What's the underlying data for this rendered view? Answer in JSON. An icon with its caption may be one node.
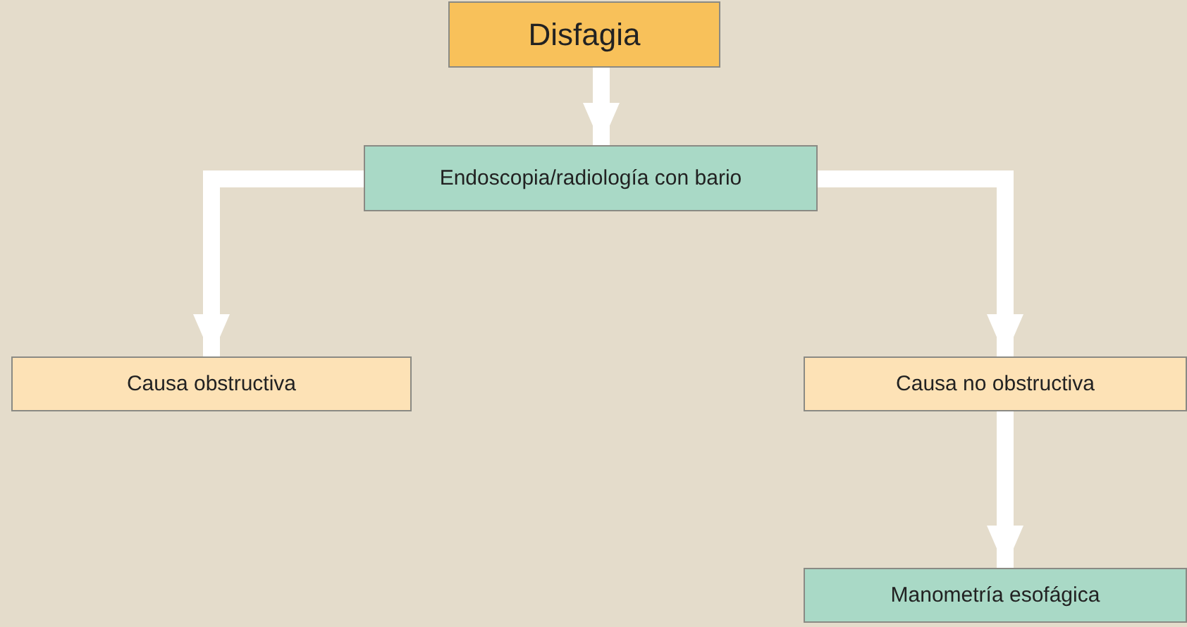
{
  "diagram": {
    "nodes": [
      {
        "text": [
          "Disfagia"
        ]
      },
      {
        "text": [
          "Endoscopia/radiología con bario"
        ]
      },
      {
        "text": [
          "Causa obstructiva"
        ]
      },
      {
        "text": [
          "Causa no obstructiva"
        ]
      },
      {
        "text": [
          "Manometría esofágica"
        ]
      }
    ],
    "edges": [
      {
        "from": 0,
        "to": 1,
        "arrow": "to"
      },
      {
        "from": 1,
        "to": 2,
        "arrow": "to"
      },
      {
        "from": 1,
        "to": 3,
        "arrow": "to"
      },
      {
        "from": 3,
        "to": 4,
        "arrow": "to"
      }
    ]
  }
}
